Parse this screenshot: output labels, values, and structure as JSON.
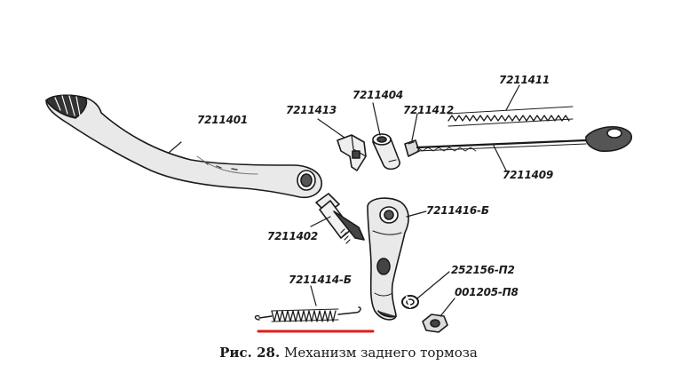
{
  "figure": {
    "part_labels": {
      "pedal_lever": "7211401",
      "pin_left": "7211413",
      "sleeve": "7211404",
      "nut": "7211412",
      "spring_top": "7211411",
      "rod": "7211409",
      "axle_bolt": "7211402",
      "brake_lever": "7211416-Б",
      "spring_bottom": "7211414-Б",
      "lock_washer": "252156-П2",
      "hex_nut": "001205-П8"
    },
    "caption": {
      "figure_label": "Рис. 28.",
      "title": "Механизм заднего тормоза"
    },
    "colors": {
      "ink": "#1a1a1a",
      "underline": "#e01b1b"
    }
  }
}
